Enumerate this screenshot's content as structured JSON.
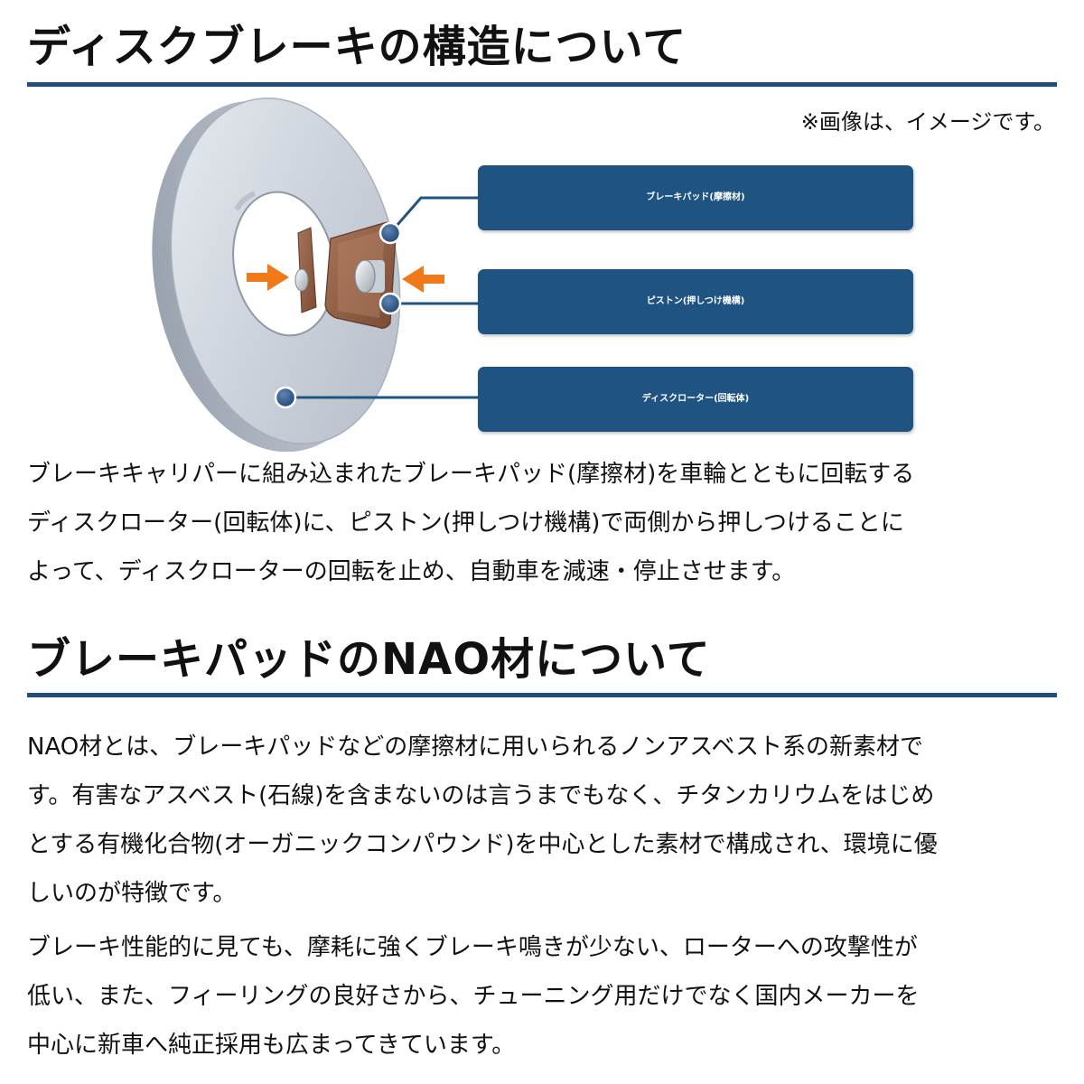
{
  "section1": {
    "title": "ディスクブレーキの構造について",
    "note": "※画像は、イメージです。",
    "labels": {
      "pad": "ブレーキパッド(摩擦材)",
      "piston": "ピストン(押しつけ機構)",
      "rotor": "ディスクローター(回転体)"
    },
    "paragraph": [
      "ブレーキキャリパーに組み込まれたブレーキパッド(摩擦材)を車輪とともに回転する",
      "ディスクローター(回転体)に、ピストン(押しつけ機構)で両側から押しつけることに",
      "よって、ディスクローターの回転を止め、自動車を減速・停止させます。"
    ]
  },
  "section2": {
    "title": "ブレーキパッドのNAO材について",
    "paragraph1": [
      "NAO材とは、ブレーキパッドなどの摩擦材に用いられるノンアスベスト系の新素材で",
      "す。有害なアスベスト(石線)を含まないのは言うまでもなく、チタンカリウムをはじめ",
      "とする有機化合物(オーガニックコンパウンド)を中心とした素材で構成され、環境に優",
      "しいのが特徴です。"
    ],
    "paragraph2": [
      "ブレーキ性能的に見ても、摩耗に強くブレーキ鳴きが少ない、ローターへの攻撃性が",
      "低い、また、フィーリングの良好さから、チューニング用だけでなく国内メーカーを",
      "中心に新車へ純正採用も広まってきています。"
    ]
  },
  "colors": {
    "accent": "#1f5382",
    "rule": "#1f4e7e",
    "arrow": "#f07a1a",
    "pad": "#8a5a3e",
    "rotor": "#c5ccd6"
  },
  "icons": {
    "arrow": "orange-arrow-icon",
    "marker": "callout-dot-icon"
  }
}
